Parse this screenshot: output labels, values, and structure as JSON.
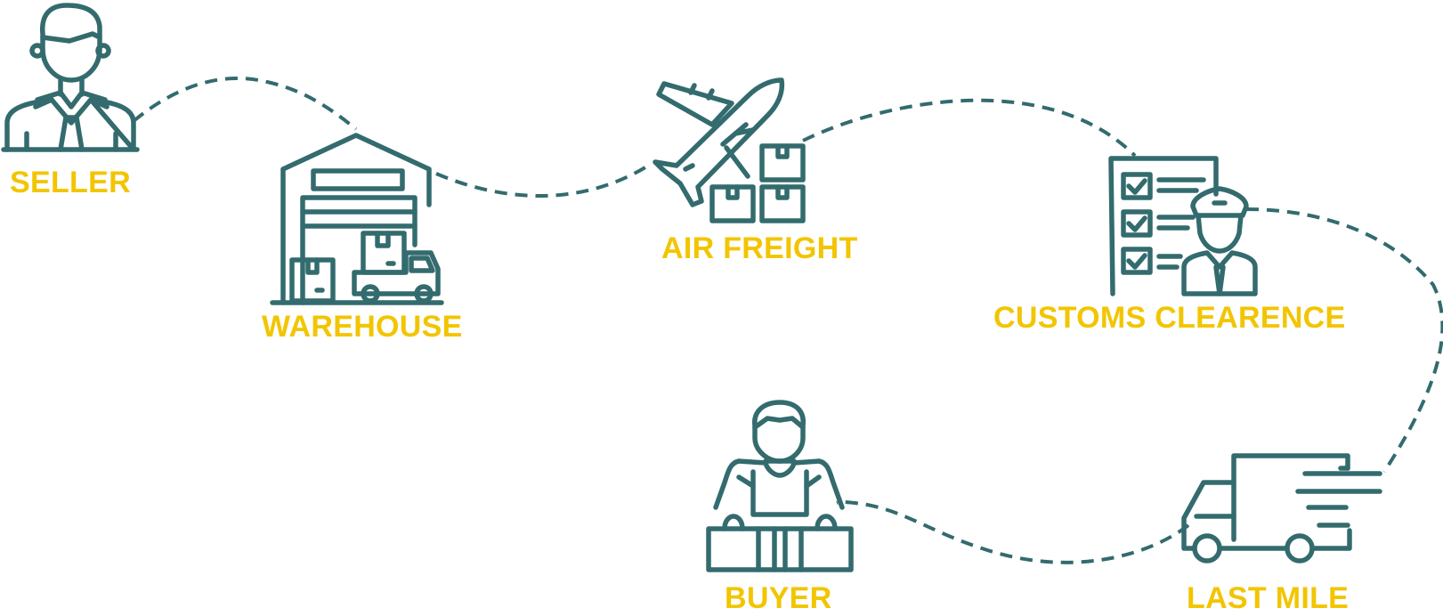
{
  "colors": {
    "icon": "#336b6e",
    "label": "#f2c500",
    "path": "#336b6e",
    "background": "#ffffff"
  },
  "stages": [
    {
      "id": "seller",
      "label": "SELLER",
      "icon": "seller-person-icon"
    },
    {
      "id": "warehouse",
      "label": "WAREHOUSE",
      "icon": "warehouse-icon"
    },
    {
      "id": "air_freight",
      "label": "AIR FREIGHT",
      "icon": "airplane-boxes-icon"
    },
    {
      "id": "customs",
      "label": "CUSTOMS CLEARENCE",
      "icon": "customs-officer-checklist-icon"
    },
    {
      "id": "last_mile",
      "label": "LAST MILE",
      "icon": "delivery-truck-icon"
    },
    {
      "id": "buyer",
      "label": "BUYER",
      "icon": "buyer-shopping-bags-icon"
    }
  ]
}
